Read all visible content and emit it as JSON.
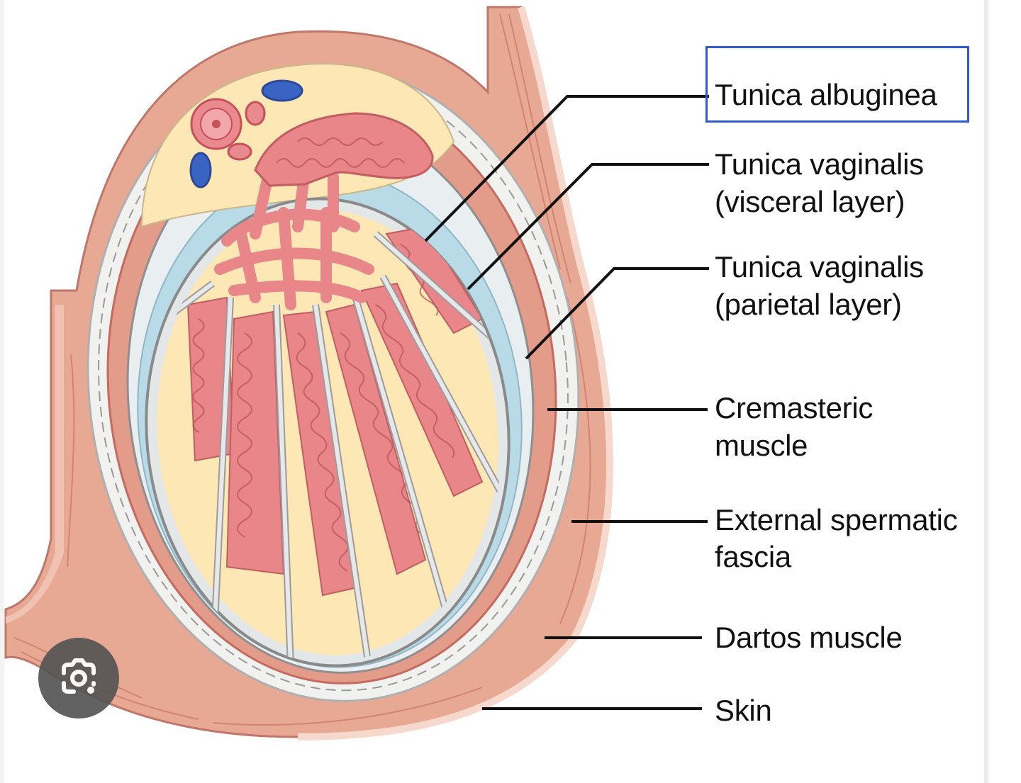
{
  "labels": {
    "tunica_albuginea": "Tunica albuginea",
    "tunica_vaginalis_visceral_1": "Tunica vaginalis",
    "tunica_vaginalis_visceral_2": "(visceral layer)",
    "tunica_vaginalis_parietal_1": "Tunica vaginalis",
    "tunica_vaginalis_parietal_2": "(parietal layer)",
    "cremasteric_1": "Cremasteric",
    "cremasteric_2": "muscle",
    "external_spermatic_1": "External spermatic",
    "external_spermatic_2": "fascia",
    "dartos": "Dartos muscle",
    "skin": "Skin"
  },
  "highlighted_label": "tunica_albuginea",
  "lens_button": {
    "icon": "visual-search-icon"
  },
  "colors": {
    "skin_tissue": "#e8a994",
    "muscle_stroke": "#c56a5f",
    "fascia": "#eef0f0",
    "cavity_blue": "#b9dbe7",
    "fat_yellow": "#fde7b4",
    "seminiferous": "#e8868a",
    "artery": "#d94a55",
    "vein": "#3a64c4",
    "highlight_border": "#2f5cc8",
    "leader_line": "#111111"
  }
}
